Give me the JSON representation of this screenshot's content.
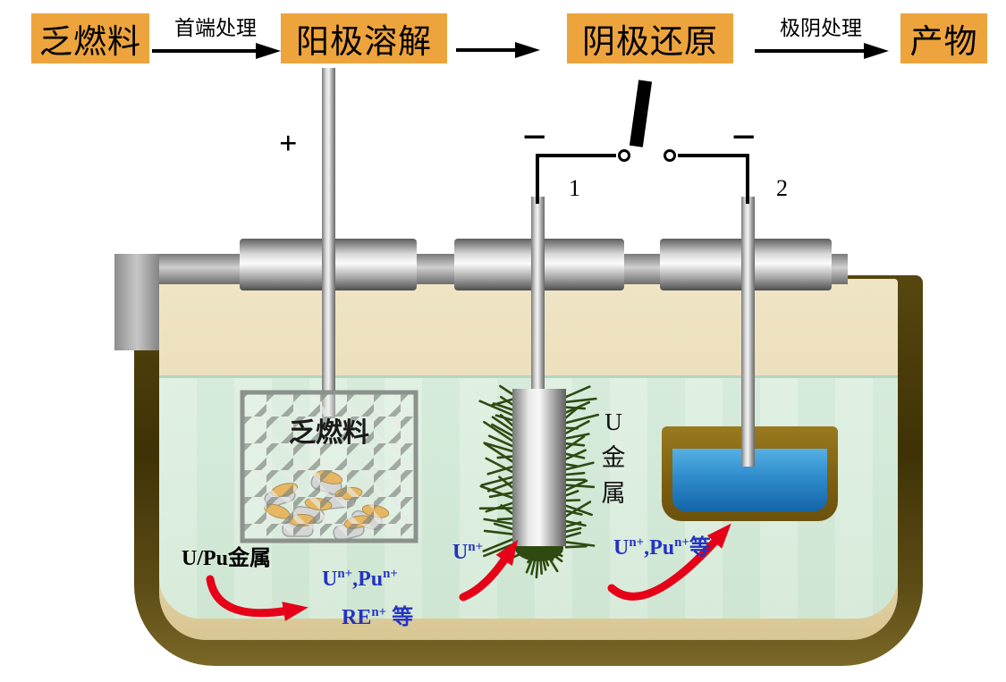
{
  "flow": {
    "boxes": [
      "乏燃料",
      "阳极溶解",
      "阴极还原",
      "产物"
    ],
    "arrow_labels": {
      "first": "首端处理",
      "second": "极阴处理"
    }
  },
  "electrodes": {
    "anode_sign": "+",
    "cathode1_sign": "−",
    "cathode2_sign": "−",
    "switch1": "1",
    "switch2": "2"
  },
  "labels": {
    "basket": "乏燃料",
    "u_metal": [
      "U",
      "金",
      "属"
    ],
    "upu_metal": "U/Pu金属"
  },
  "ions": {
    "mid1": [
      "U",
      "n+",
      ",Pu",
      "n+"
    ],
    "mid2": [
      "RE",
      "n+",
      " 等"
    ],
    "center": [
      "U",
      "n+"
    ],
    "right": [
      "U",
      "n+",
      ",Pu",
      "n+",
      "等"
    ]
  },
  "colors": {
    "process_box_orange": "#eda43c",
    "ion_text_blue": "#2433c0",
    "red_arrow": "#e60018",
    "electrolyte_green": "#d9ecdc",
    "crucible_brown": "#4a3a08",
    "cathode_liquid_blue": "#1f7fc4",
    "dendrite_green": "#2e4a10",
    "lid_gray": "#9e9e9e",
    "inner_tan": "#e9ddbd"
  }
}
